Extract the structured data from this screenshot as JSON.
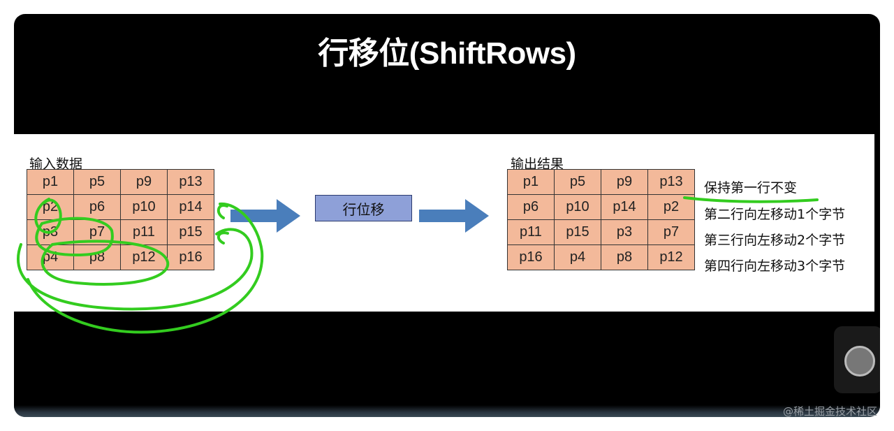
{
  "title": "行移位(ShiftRows)",
  "input": {
    "caption": "输入数据",
    "rows": [
      [
        "p1",
        "p5",
        "p9",
        "p13"
      ],
      [
        "p2",
        "p6",
        "p10",
        "p14"
      ],
      [
        "p3",
        "p7",
        "p11",
        "p15"
      ],
      [
        "p4",
        "p8",
        "p12",
        "p16"
      ]
    ]
  },
  "operation": {
    "label": "行位移"
  },
  "output": {
    "caption": "输出结果",
    "rows": [
      [
        "p1",
        "p5",
        "p9",
        "p13"
      ],
      [
        "p6",
        "p10",
        "p14",
        "p2"
      ],
      [
        "p11",
        "p15",
        "p3",
        "p7"
      ],
      [
        "p16",
        "p4",
        "p8",
        "p12"
      ]
    ],
    "notes": [
      "保持第一行不变",
      "第二行向左移动1个字节",
      "第三行向左移动2个字节",
      "第四行向左移动3个字节"
    ]
  },
  "watermark": "@稀土掘金技术社区",
  "colors": {
    "cell_fill": "#f3b99a",
    "op_box_fill": "#8ea0d8",
    "arrow": "#4a7ebb",
    "annotation": "#33cc1f"
  }
}
